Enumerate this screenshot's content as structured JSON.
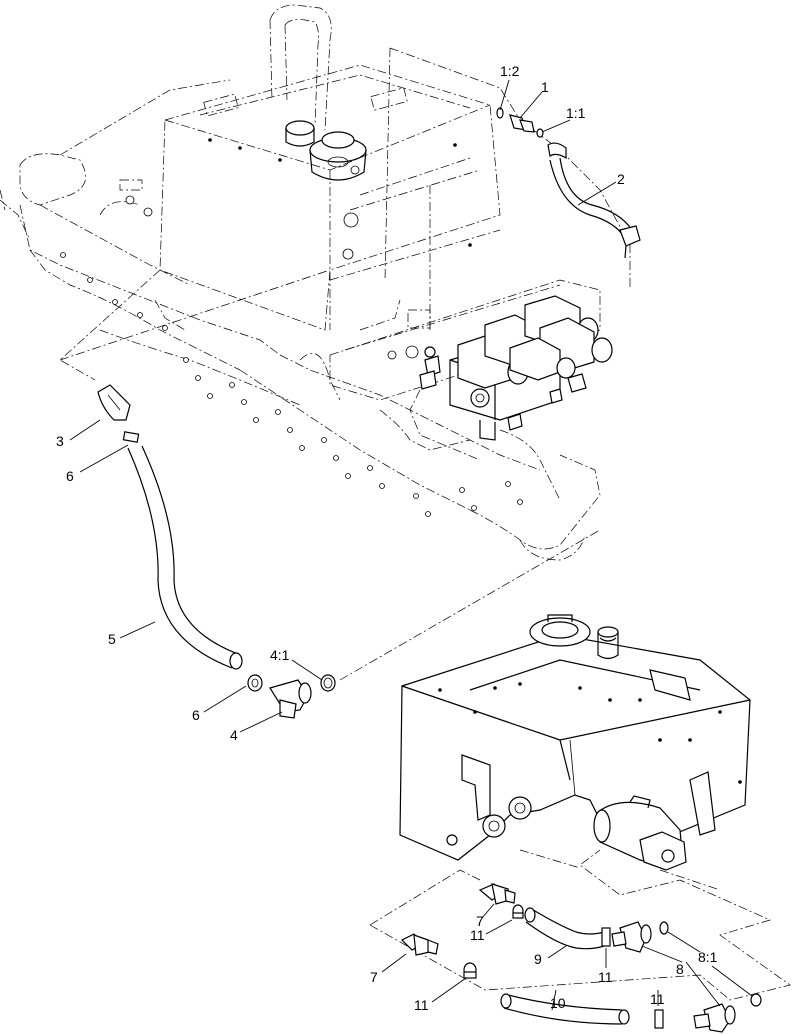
{
  "callouts": [
    {
      "id": "c-1-2",
      "text": "1:2"
    },
    {
      "id": "c-1",
      "text": "1"
    },
    {
      "id": "c-1-1",
      "text": "1:1"
    },
    {
      "id": "c-2",
      "text": "2"
    },
    {
      "id": "c-3",
      "text": "3"
    },
    {
      "id": "c-6a",
      "text": "6"
    },
    {
      "id": "c-5",
      "text": "5"
    },
    {
      "id": "c-4-1",
      "text": "4:1"
    },
    {
      "id": "c-6b",
      "text": "6"
    },
    {
      "id": "c-4",
      "text": "4"
    },
    {
      "id": "c-7a",
      "text": "7"
    },
    {
      "id": "c-11a",
      "text": "11"
    },
    {
      "id": "c-9",
      "text": "9"
    },
    {
      "id": "c-11b",
      "text": "11"
    },
    {
      "id": "c-8",
      "text": "8"
    },
    {
      "id": "c-8-1",
      "text": "8:1"
    },
    {
      "id": "c-7b",
      "text": "7"
    },
    {
      "id": "c-10",
      "text": "10"
    },
    {
      "id": "c-11c",
      "text": "11"
    },
    {
      "id": "c-11d",
      "text": "11"
    }
  ]
}
